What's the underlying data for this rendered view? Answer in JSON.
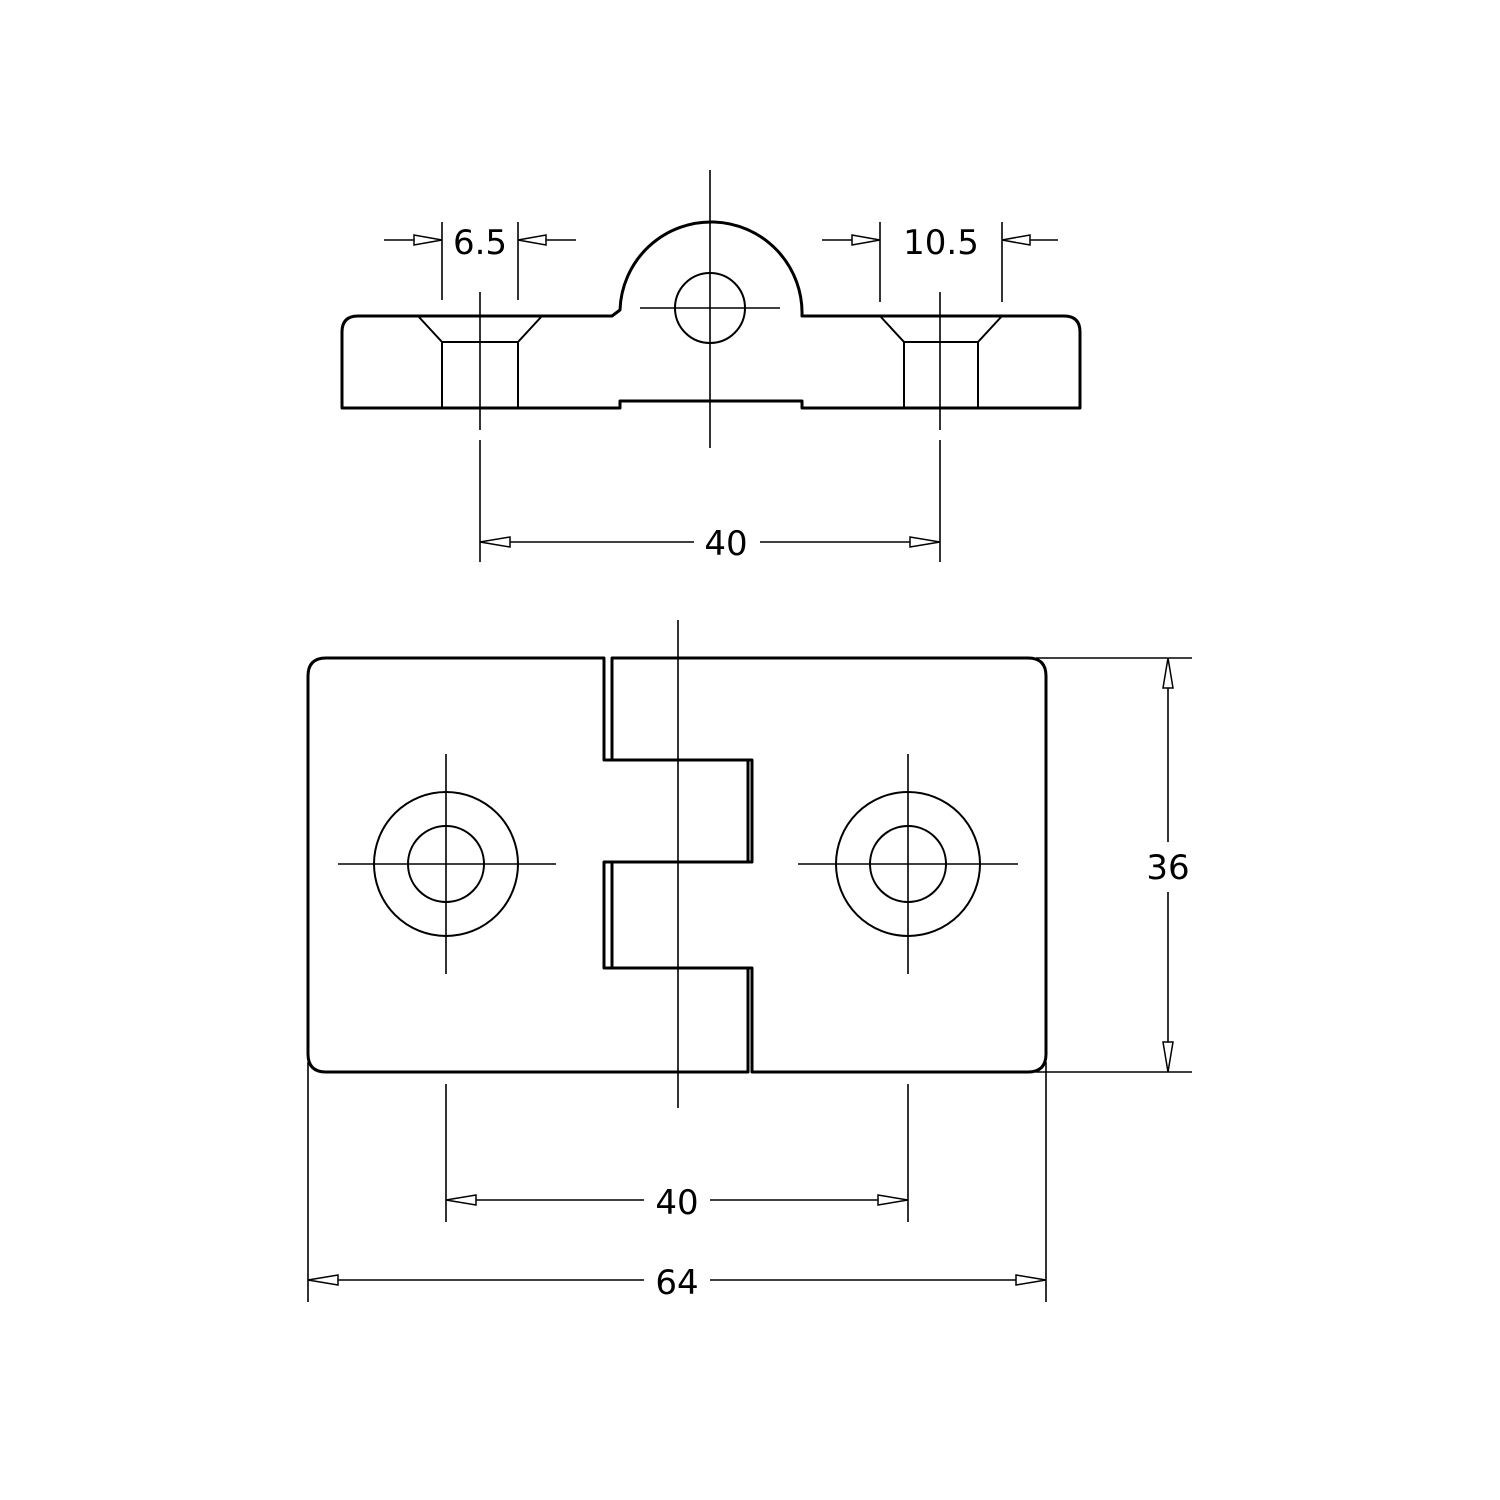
{
  "side_view": {
    "countersink_hole_label": "6.5",
    "countersink_diameter_label": "10.5",
    "hole_spacing_label": "40"
  },
  "top_view": {
    "hole_spacing_label": "40",
    "overall_width_label": "64",
    "overall_height_label": "36"
  },
  "colors": {
    "stroke": "#000000",
    "background": "#ffffff"
  }
}
